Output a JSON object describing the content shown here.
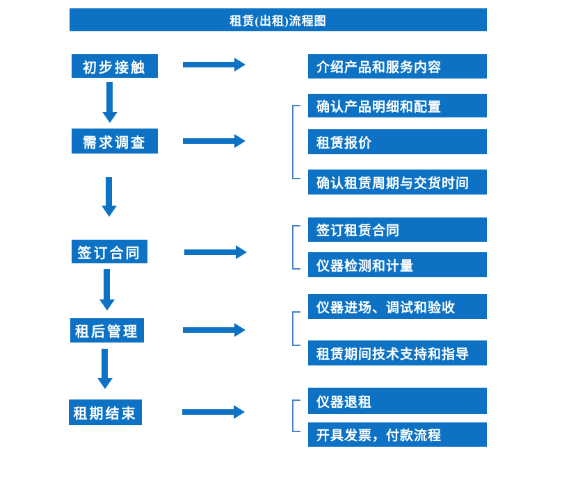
{
  "title": "租赁(出租)流程图",
  "colors": {
    "primary_blue": "#0d72c4",
    "bracket_blue": "#4682c4",
    "text": "#ffffff",
    "background": "#ffffff"
  },
  "stages": [
    {
      "label": "初步接触",
      "details": [
        "介绍产品和服务内容"
      ]
    },
    {
      "label": "需求调查",
      "details": [
        "确认产品明细和配置",
        "租赁报价",
        "确认租赁周期与交货时间"
      ]
    },
    {
      "label": "签订合同",
      "details": [
        "签订租赁合同",
        "仪器检测和计量"
      ]
    },
    {
      "label": "租后管理",
      "details": [
        "仪器进场、调试和验收",
        "租赁期间技术支持和指导"
      ]
    },
    {
      "label": "租期结束",
      "details": [
        "仪器退租",
        "开具发票，付款流程"
      ]
    }
  ]
}
